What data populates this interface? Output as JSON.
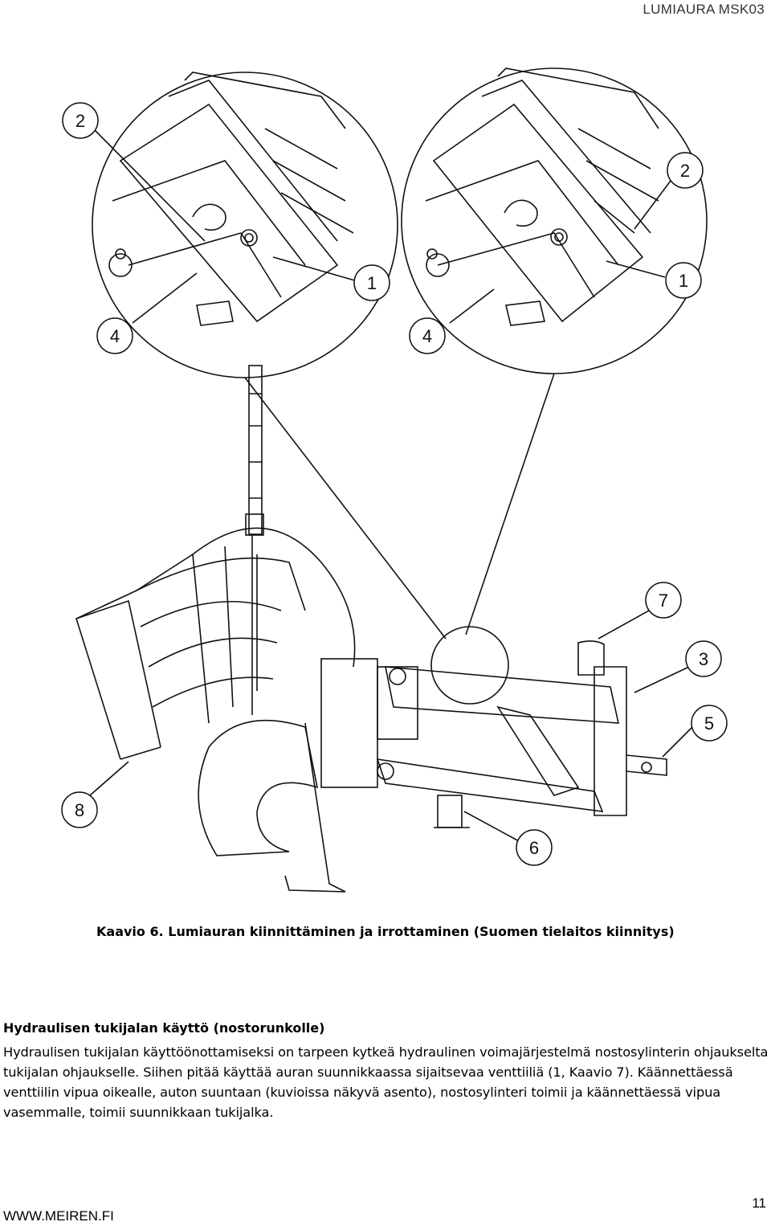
{
  "header": {
    "title": "LUMIAURA MSK03"
  },
  "figure": {
    "callouts": [
      "1",
      "2",
      "3",
      "4",
      "5",
      "6",
      "7",
      "8"
    ]
  },
  "caption": "Kaavio 6. Lumiauran kiinnittäminen ja irrottaminen (Suomen tielaitos kiinnitys)",
  "section": {
    "heading": "Hydraulisen tukijalan käyttö (nostorunkolle)",
    "paragraph": "Hydraulisen tukijalan käyttöönottamiseksi on tarpeen kytkeä hydraulinen voimajärjestelmä nostosylinterin ohjaukselta tukijalan ohjaukselle. Siihen pitää käyttää auran suunnikkaassa sijaitsevaa venttiiliä (1, Kaavio 7). Käännettäessä venttiilin vipua oikealle, auton suuntaan (kuvioissa näkyvä asento), nostosylinteri toimii ja käännettäessä vipua vasemmalle, toimii suunnikkaan tukijalka."
  },
  "footer": {
    "url": "WWW.MEIREN.FI",
    "page": "11"
  }
}
